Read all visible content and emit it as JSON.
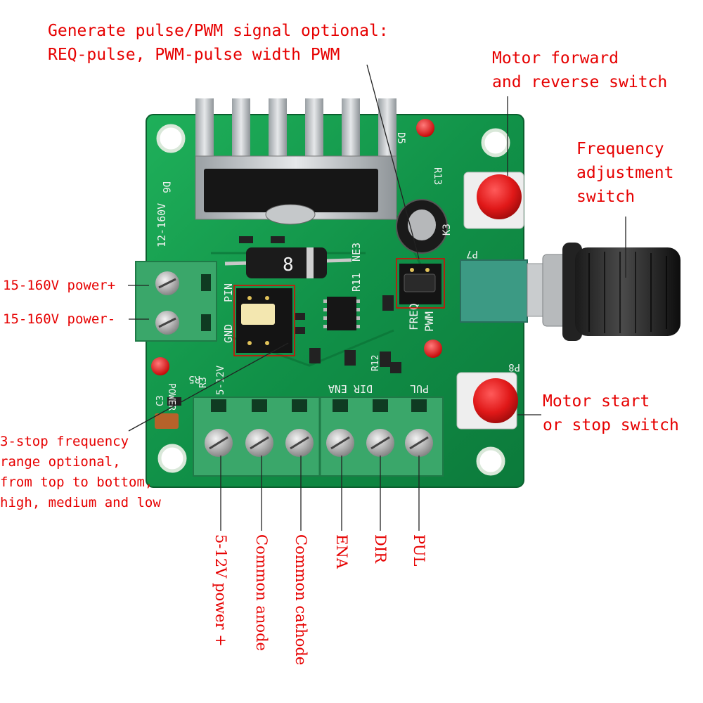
{
  "labels": {
    "pwm_line1": "Generate pulse/PWM signal optional:",
    "pwm_line2": "REQ-pulse, PWM-pulse width PWM",
    "motor_dir_line1": "Motor forward",
    "motor_dir_line2": "and reverse switch",
    "freq_adj_line1": "Frequency",
    "freq_adj_line2": "adjustment",
    "freq_adj_line3": "switch",
    "power_plus": "15-160V power+",
    "power_minus": "15-160V power-",
    "start_stop_line1": "Motor start",
    "start_stop_line2": "or stop switch",
    "range_line1": "3-stop frequency",
    "range_line2": "range optional,",
    "range_line3": "from top to bottom,",
    "range_line4": "high, medium and low"
  },
  "terminals": {
    "t1": "5-12V power +",
    "t2": "Common anode",
    "t3": "Common cathode",
    "t4": "ENA",
    "t5": "DIR",
    "t6": "PUL"
  },
  "pcb": {
    "silk_voltage": "12-160V",
    "silk_d5": "D5",
    "silk_r13": "R13",
    "silk_d6": "D6",
    "silk_k3": "K3",
    "silk_p7": "P7",
    "silk_ne3": "NE3",
    "silk_r11": "R11",
    "silk_freq": "FREQ",
    "silk_pwm": "PWM",
    "silk_pin": "PIN",
    "silk_gnd": "GND",
    "silk_5_12v": "5-12V",
    "silk_dir_ena": "DIR ENA",
    "silk_pul": "PUL",
    "silk_r5": "R5",
    "silk_power": "POWER",
    "silk_c3": "C3",
    "silk_p8": "P8",
    "silk_r12": "R12",
    "silk_r3": "R3",
    "silk_diode_code": "8"
  },
  "colors": {
    "annotation": "#e60000",
    "pcb_green": "#129a4c",
    "terminal_green": "#3aa76a",
    "button_red": "#e01818"
  }
}
